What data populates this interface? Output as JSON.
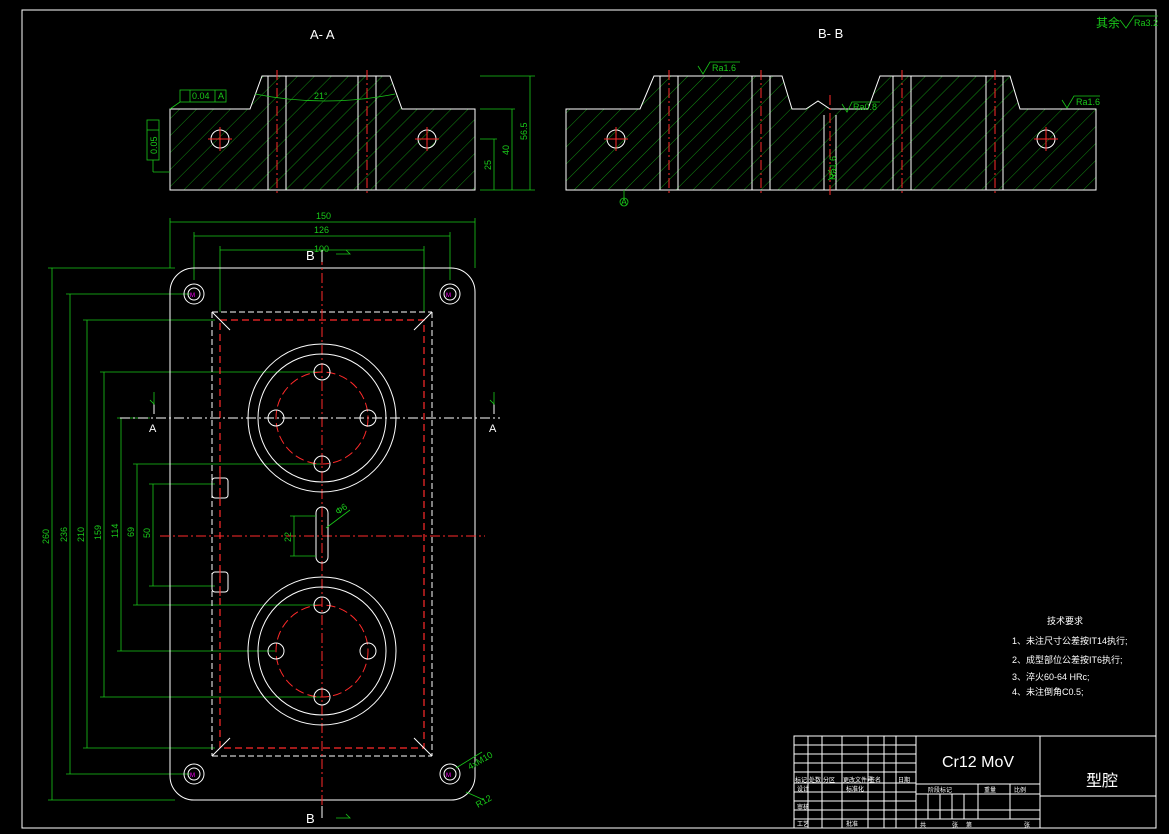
{
  "sections": {
    "aa_title": "A- A",
    "bb_title": "B- B"
  },
  "surface_finish": {
    "general": "其余",
    "general_value": "Ra3.2",
    "ra16": "Ra1.6",
    "ra08": "Ra0.8"
  },
  "section_aa": {
    "tol_flat": "0.04",
    "tol_flat_ref": "A",
    "tol_perp": "0.05",
    "tol_perp_ref": "A",
    "angle": "21°",
    "dim_565": "56.5",
    "dim_40": "40",
    "dim_25": "25"
  },
  "section_bb": {
    "datum": "A"
  },
  "plan": {
    "dim_150": "150",
    "dim_126": "126",
    "dim_100": "100",
    "dim_260": "260",
    "dim_236": "236",
    "dim_210": "210",
    "dim_159": "159",
    "dim_114": "114",
    "dim_69": "69",
    "dim_50": "50",
    "dim_22": "22",
    "dim_phi6": "Φ6",
    "holes_note": "4xM10",
    "radius_note": "R12",
    "mark_b": "B",
    "mark_a": "A"
  },
  "tech_requirements": {
    "title": "技术要求",
    "items": [
      "1、未注尺寸公差按IT14执行;",
      "2、成型部位公差按IT6执行;",
      "3、淬火60-64 HRc;",
      "4、未注倒角C0.5;"
    ]
  },
  "title_block": {
    "material": "Cr12 MoV",
    "part_name": "型腔",
    "labels": {
      "mark": "标记",
      "count": "处数",
      "zone": "分区",
      "change_doc": "更改文件号",
      "sign": "签名",
      "date": "日期",
      "design": "设计",
      "standardize": "标准化",
      "review": "审核",
      "process": "工艺",
      "approve": "批准",
      "stage_mark": "阶段标记",
      "weight": "重量",
      "scale": "比例",
      "total": "共",
      "sheet": "张",
      "sheet_no": "第"
    }
  }
}
